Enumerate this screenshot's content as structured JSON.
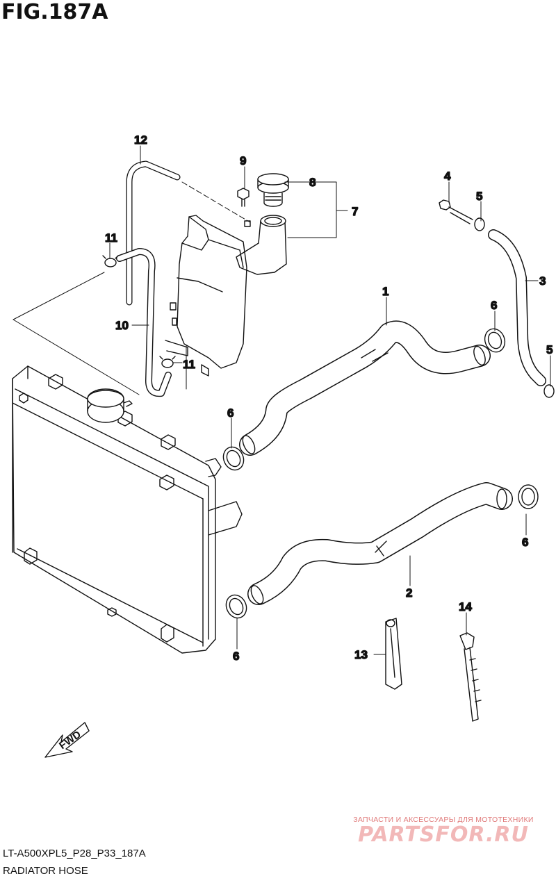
{
  "figure": {
    "title": "FIG.187A",
    "code": "LT-A500XPL5_P28_P33_187A",
    "name": "RADIATOR HOSE"
  },
  "callouts": {
    "c1": "1",
    "c2": "2",
    "c3": "3",
    "c4": "4",
    "c5a": "5",
    "c5b": "5",
    "c6a": "6",
    "c6b": "6",
    "c6c": "6",
    "c6d": "6",
    "c7": "7",
    "c8": "8",
    "c9": "9",
    "c10": "10",
    "c11a": "11",
    "c11b": "11",
    "c12": "12",
    "c13": "13",
    "c14": "14"
  },
  "fwd_label": "FWD",
  "watermark": {
    "subtitle": "ЗАПЧАСТИ И АКСЕССУАРЫ ДЛЯ МОТОТЕХНИКИ",
    "brand": "PARTSFOR.RU"
  }
}
